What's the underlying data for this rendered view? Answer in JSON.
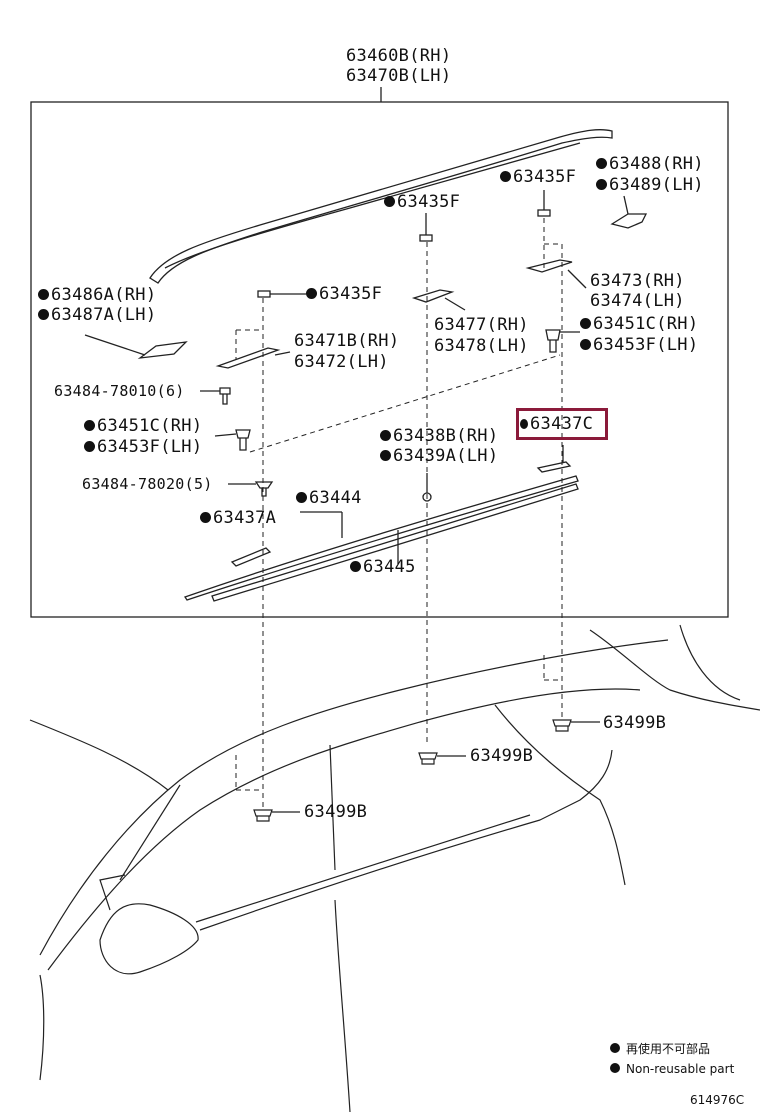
{
  "title_rh": "63460B(RH)",
  "title_lh": "63470B(LH)",
  "labels": {
    "p63435F_a": "63435F",
    "p63435F_b": "63435F",
    "p63435F_c": "63435F",
    "p63488": "63488(RH)",
    "p63489": "63489(LH)",
    "p63486A": "63486A(RH)",
    "p63487A": "63487A(LH)",
    "p63473": "63473(RH)",
    "p63474": "63474(LH)",
    "p63477": "63477(RH)",
    "p63478": "63478(LH)",
    "p63471B": "63471B(RH)",
    "p63472": "63472(LH)",
    "p63451C_r": "63451C(RH)",
    "p63453F_r": "63453F(LH)",
    "p63484_78010": "63484-78010(6)",
    "p63451C_l": "63451C(RH)",
    "p63453F_l": "63453F(LH)",
    "p63437C": "63437C",
    "p63438B": "63438B(RH)",
    "p63439A": "63439A(LH)",
    "p63484_78020": "63484-78020(5)",
    "p63444": "63444",
    "p63437A": "63437A",
    "p63445": "63445",
    "p63499B_a": "63499B",
    "p63499B_b": "63499B",
    "p63499B_c": "63499B"
  },
  "legend": {
    "jp": "再使用不可部品",
    "en": "Non-reusable part"
  },
  "figure_id": "614976C",
  "colors": {
    "highlight": "#8b1a3a",
    "ink": "#111111"
  }
}
